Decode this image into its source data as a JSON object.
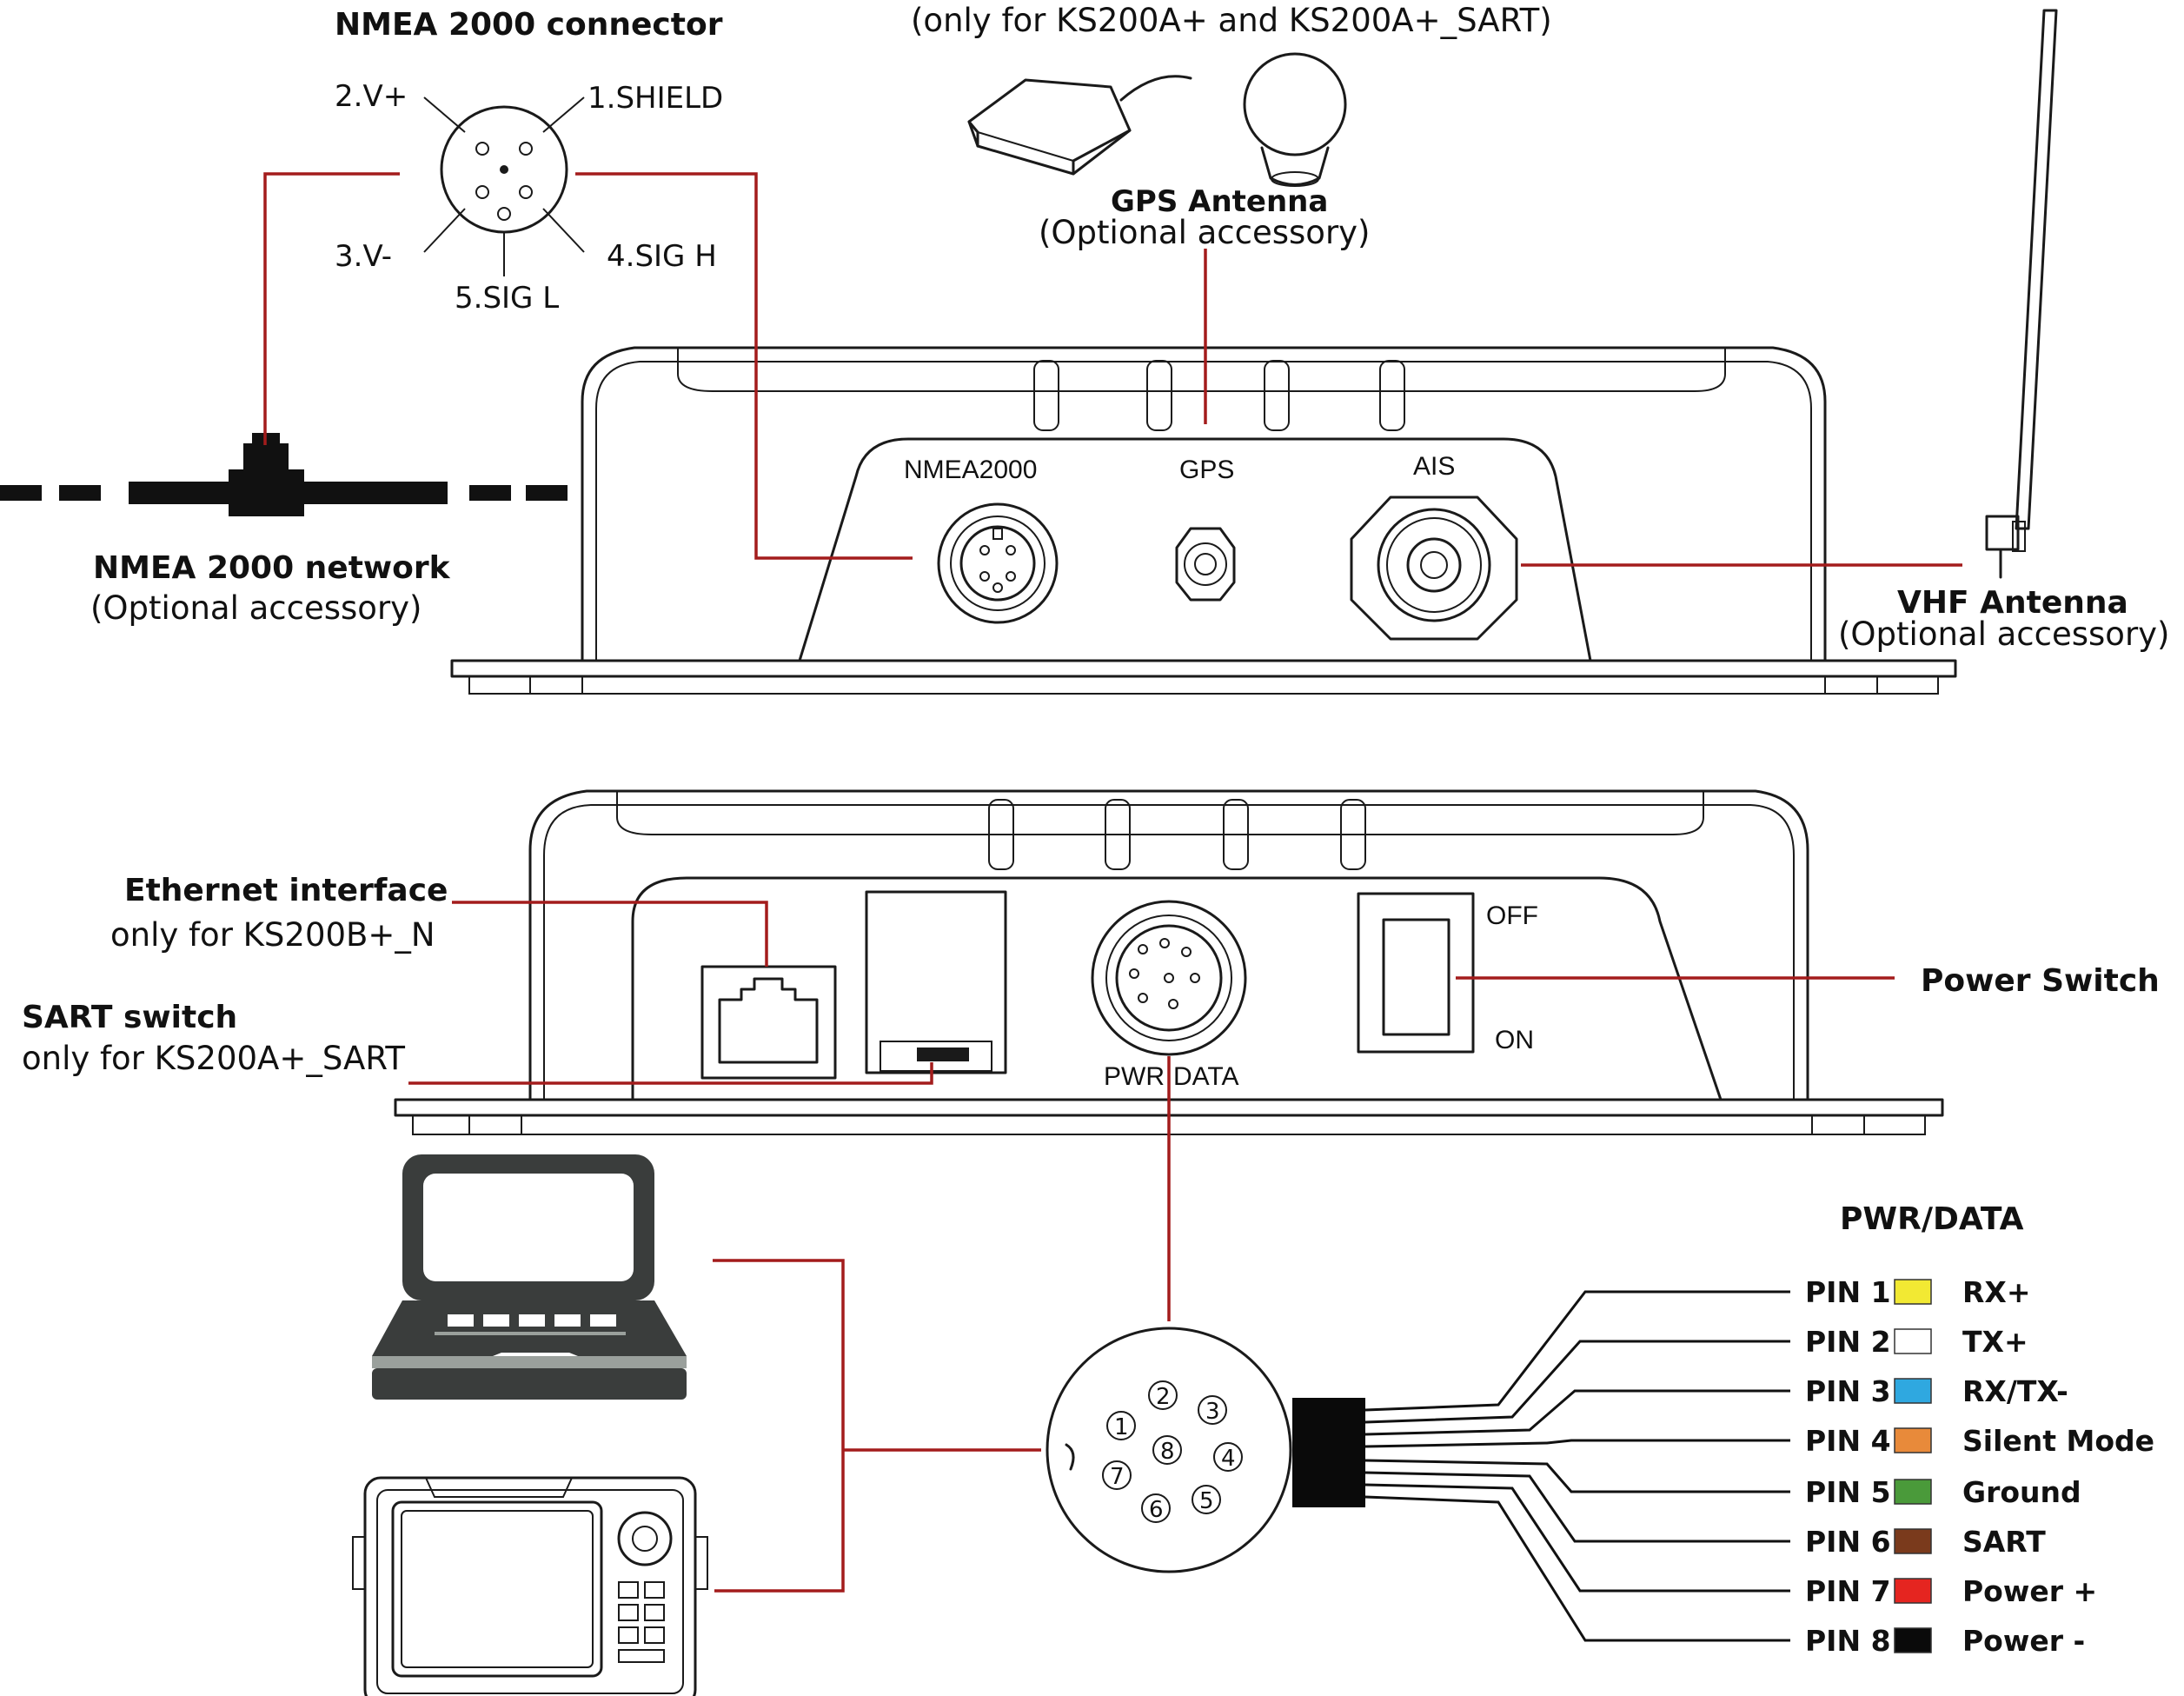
{
  "labels": {
    "nmea_connector_title": "NMEA 2000 connector",
    "pin_v_plus": "2.V+",
    "pin_shield": "1.SHIELD",
    "pin_v_minus": "3.V-",
    "pin_sig_h": "4.SIG H",
    "pin_sig_l": "5.SIG L",
    "gps_note_top": "(only for KS200A+ and KS200A+_SART)",
    "gps_antenna_title": "GPS Antenna",
    "gps_antenna_sub": "(Optional accessory)",
    "port_nmea2000": "NMEA2000",
    "port_gps": "GPS",
    "port_ais": "AIS",
    "nmea_network_title": "NMEA 2000 network",
    "nmea_network_sub": "(Optional accessory)",
    "vhf_antenna_title": "VHF Antenna",
    "vhf_antenna_sub": "(Optional accessory)",
    "ethernet_title": "Ethernet interface",
    "ethernet_sub": "only for KS200B+_N",
    "sart_title": "SART switch",
    "sart_sub": "only for KS200A+_SART",
    "switch_off": "OFF",
    "switch_on": "ON",
    "pwr_data_port": "PWR·DATA",
    "power_switch": "Power Switch",
    "pin_table_title": "PWR/DATA"
  },
  "connector_pins": [
    "1",
    "2",
    "3",
    "4",
    "5",
    "6",
    "7",
    "8"
  ],
  "pins": [
    {
      "pin": "PIN 1",
      "color": "#f2e933",
      "signal": "RX+"
    },
    {
      "pin": "PIN 2",
      "color": "#ffffff",
      "signal": "TX+"
    },
    {
      "pin": "PIN 3",
      "color": "#2fa8e0",
      "signal": "RX/TX-"
    },
    {
      "pin": "PIN 4",
      "color": "#e88a3a",
      "signal": "Silent Mode"
    },
    {
      "pin": "PIN 5",
      "color": "#4a9a3a",
      "signal": "Ground"
    },
    {
      "pin": "PIN 6",
      "color": "#7a3a1c",
      "signal": "SART"
    },
    {
      "pin": "PIN 7",
      "color": "#e52520",
      "signal": "Power +"
    },
    {
      "pin": "PIN 8",
      "color": "#0a0a0a",
      "signal": "Power -"
    }
  ],
  "colors": {
    "leader": "#a31c1c",
    "ink": "#1a1a1a",
    "device_dark": "#3a3d3c"
  },
  "icons": [
    "nmea2000-connector-icon",
    "gps-antenna-puck-icon",
    "gps-antenna-mushroom-icon",
    "vhf-antenna-icon",
    "tee-connector-icon",
    "laptop-icon",
    "chartplotter-icon",
    "ethernet-port-icon",
    "power-switch-icon"
  ]
}
